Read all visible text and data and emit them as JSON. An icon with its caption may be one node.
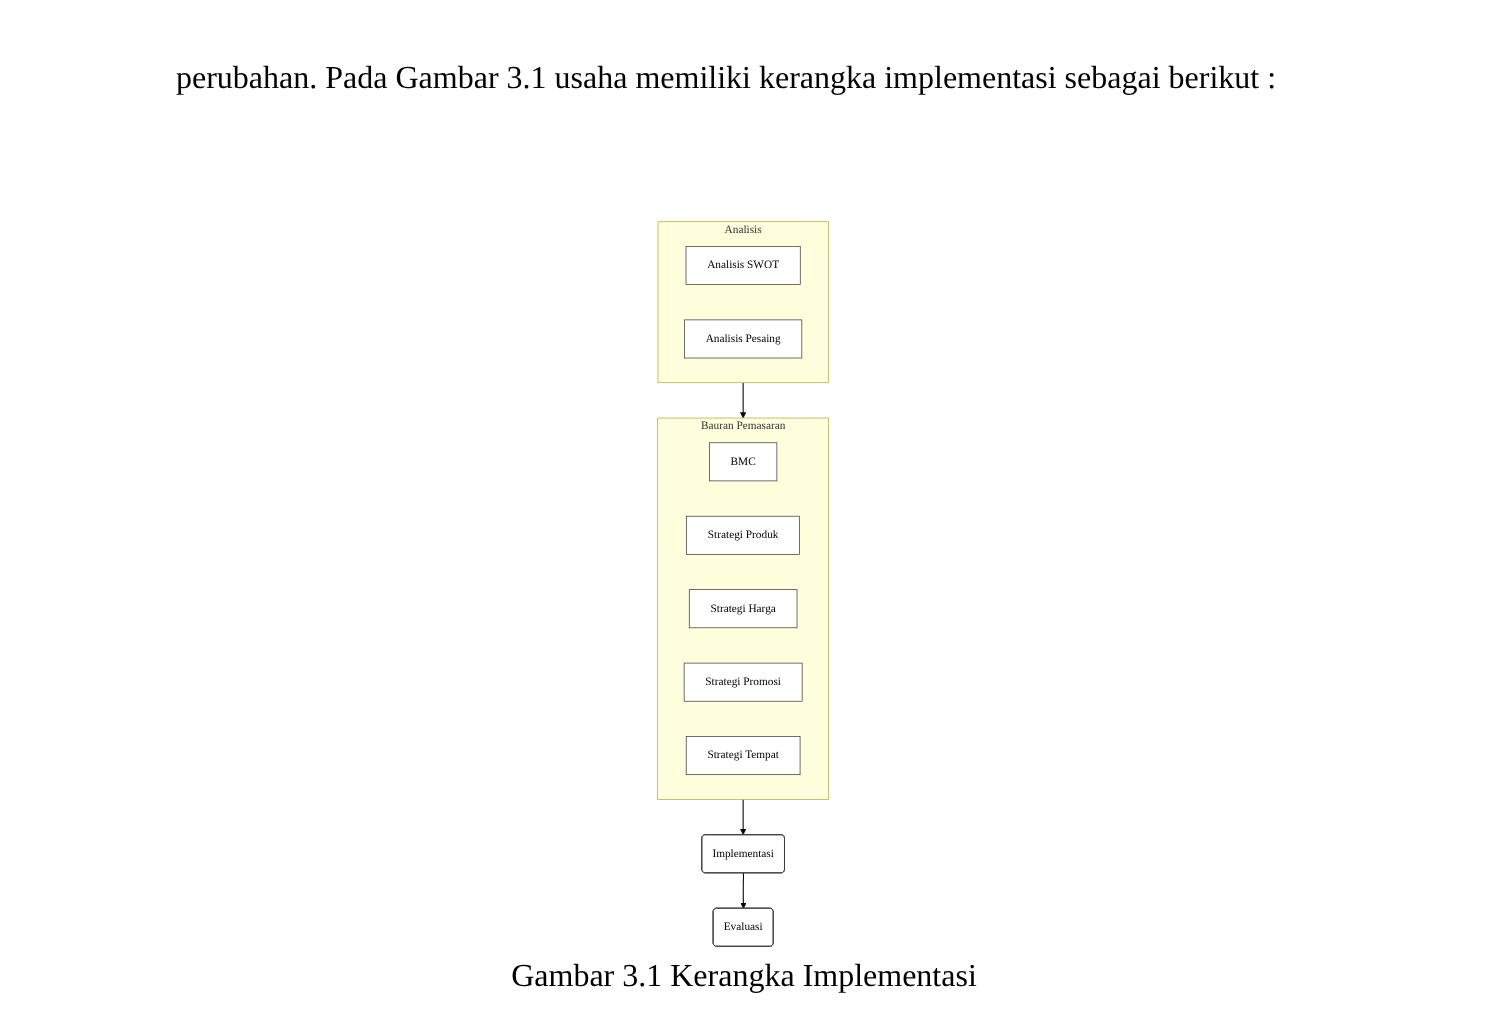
{
  "diagram": {
    "caption": "Gambar 3.1 Kerangka Implementasi",
    "nodes": [
      {
        "text": [
          "Analisis"
        ]
      },
      {
        "text": [
          "Analisis SWOT"
        ],
        "in": 0
      },
      {
        "text": [
          "Analisis Pesaing"
        ],
        "in": 0
      },
      {
        "text": [
          "Bauran Pemasaran"
        ]
      },
      {
        "text": [
          "BMC"
        ],
        "in": 3
      },
      {
        "text": [
          "Strategi Produk"
        ],
        "in": 3
      },
      {
        "text": [
          "Strategi Harga"
        ],
        "in": 3
      },
      {
        "text": [
          "Strategi Promosi"
        ],
        "in": 3
      },
      {
        "text": [
          "Strategi Tempat"
        ],
        "in": 3
      },
      {
        "text": [
          "Implementasi"
        ]
      },
      {
        "text": [
          "Evaluasi"
        ]
      }
    ],
    "edges": [
      {
        "from": 0,
        "to": 3,
        "arrow": "to"
      },
      {
        "from": 3,
        "to": 9,
        "arrow": "to"
      },
      {
        "from": 9,
        "to": 10,
        "arrow": "to"
      }
    ],
    "labels": [
      "perubahan. Pada Gambar 3.1 usaha memiliki kerangka implementasi sebagai berikut :"
    ]
  }
}
